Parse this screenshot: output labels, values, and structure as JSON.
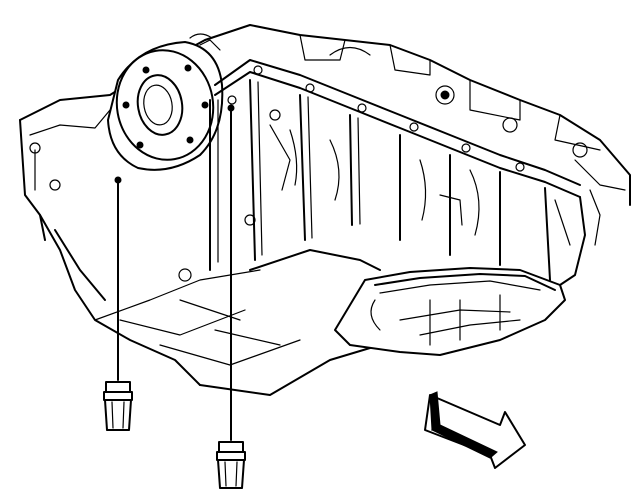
{
  "figure": {
    "subject": "engine-oil-pan-underside",
    "line_color": "#000000",
    "background": "#ffffff",
    "callouts": [
      {
        "part": "bolt",
        "icon": "bolt-icon"
      },
      {
        "part": "bolt",
        "icon": "bolt-icon"
      }
    ],
    "direction_indicator": {
      "icon": "front-arrow-icon",
      "direction": "forward-right"
    }
  }
}
